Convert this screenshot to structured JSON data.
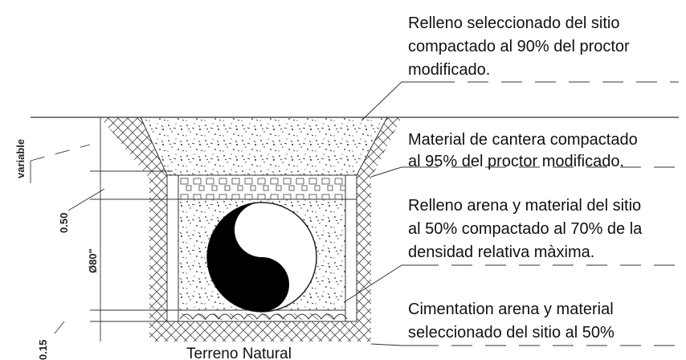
{
  "labels": {
    "relleno_sitio": [
      "Relleno seleccionado del sitio",
      "compactado al 90% del proctor",
      "modificado."
    ],
    "material_cantera": [
      "Material de cantera compactado",
      "al 95% del proctor modificado."
    ],
    "relleno_arena": [
      "Relleno arena y material del sitio",
      "al 50% compactado al 70% de la",
      "densidad relativa màxima."
    ],
    "cimentacion": [
      "Cimentation arena y material",
      "seleccionado del sitio al 50%"
    ],
    "terreno": "Terreno Natural"
  },
  "dimensions": {
    "variable": "variable",
    "upper": "0.50",
    "pipe": "Ø80\"",
    "bottom": "0.15"
  },
  "symbol": "yin-yang-pipe-symbol"
}
